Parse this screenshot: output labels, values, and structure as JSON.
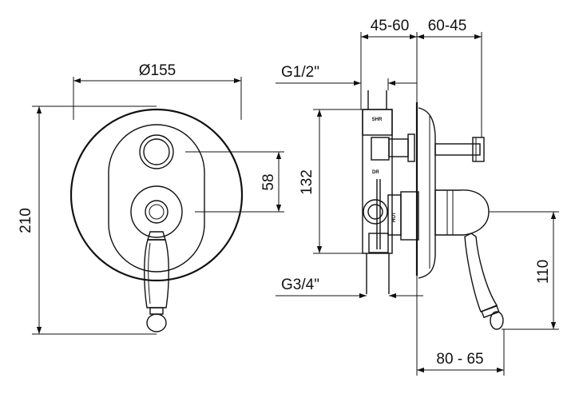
{
  "front_view": {
    "dim_diameter": "Ø155",
    "dim_height": "210",
    "dim_spacing": "58"
  },
  "side_view": {
    "dim_offset_a": "45-60",
    "dim_offset_b": "60-45",
    "thread_top": "G1/2\"",
    "thread_bottom": "G3/4\"",
    "dim_body_height": "132",
    "dim_lever_drop": "110",
    "dim_lever_reach": "80 - 65",
    "label_shr": "SHR",
    "label_dr": "DR",
    "label_hot": "HOT"
  }
}
